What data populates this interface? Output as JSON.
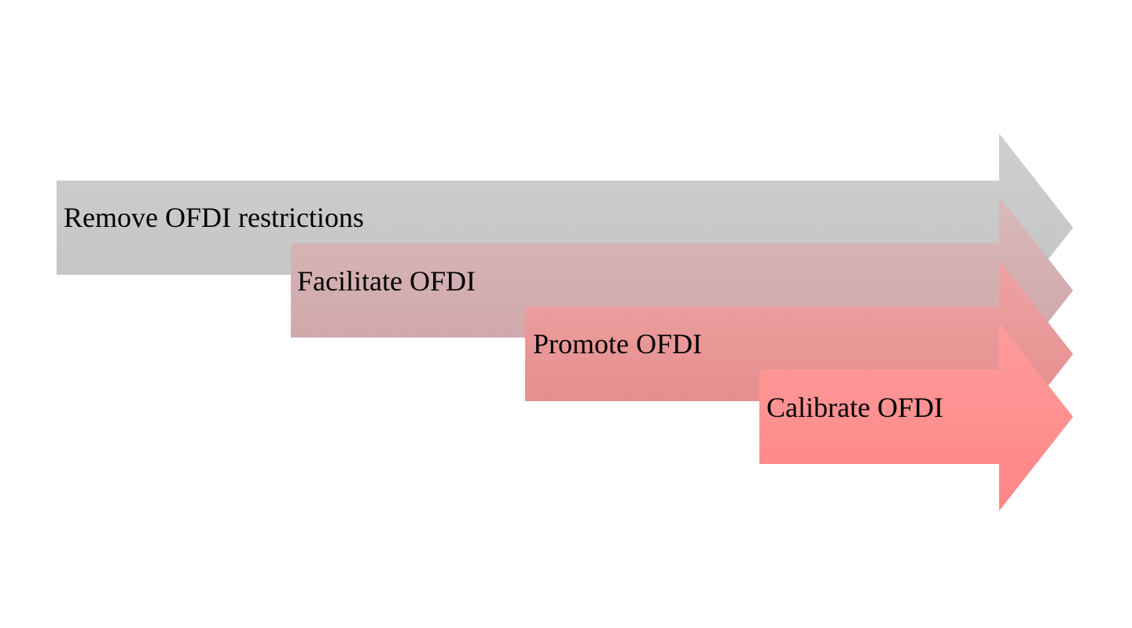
{
  "diagram": {
    "type": "staggered-arrow-process",
    "steps": [
      {
        "label": "Remove OFDI restrictions",
        "color_top": "#cfcfcf",
        "color_bottom": "#c2c2c2"
      },
      {
        "label": "Facilitate OFDI",
        "color_top": "#d9b9bb",
        "color_bottom": "#cca3a6"
      },
      {
        "label": "Promote OFDI",
        "color_top": "#eea3a3",
        "color_bottom": "#e38888"
      },
      {
        "label": "Calibrate OFDI",
        "color_top": "#ff9c9c",
        "color_bottom": "#ff8585"
      }
    ]
  }
}
